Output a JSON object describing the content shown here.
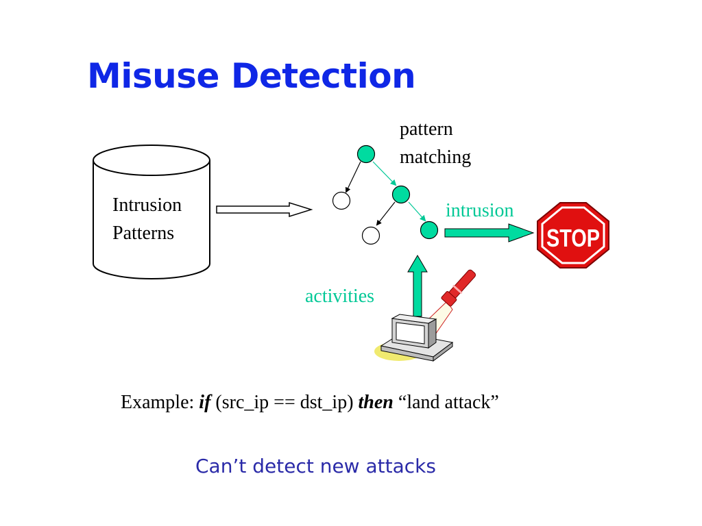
{
  "slide": {
    "title": "Misuse Detection",
    "cylinder_line1": "Intrusion",
    "cylinder_line2": "Patterns",
    "pattern_line1": "pattern",
    "pattern_line2": "matching",
    "intrusion_label": "intrusion",
    "activities_label": "activities",
    "stop_text": "STOP",
    "example": {
      "prefix": "Example: ",
      "if_kw": "if",
      "condition": " (src_ip == dst_ip) ",
      "then_kw": "then",
      "result": " “land attack”"
    },
    "note": "Can’t detect new attacks"
  },
  "colors": {
    "title": "#0f27e6",
    "accent_green": "#00dba0",
    "stop_red": "#e01010",
    "note": "#2a2aa8"
  }
}
